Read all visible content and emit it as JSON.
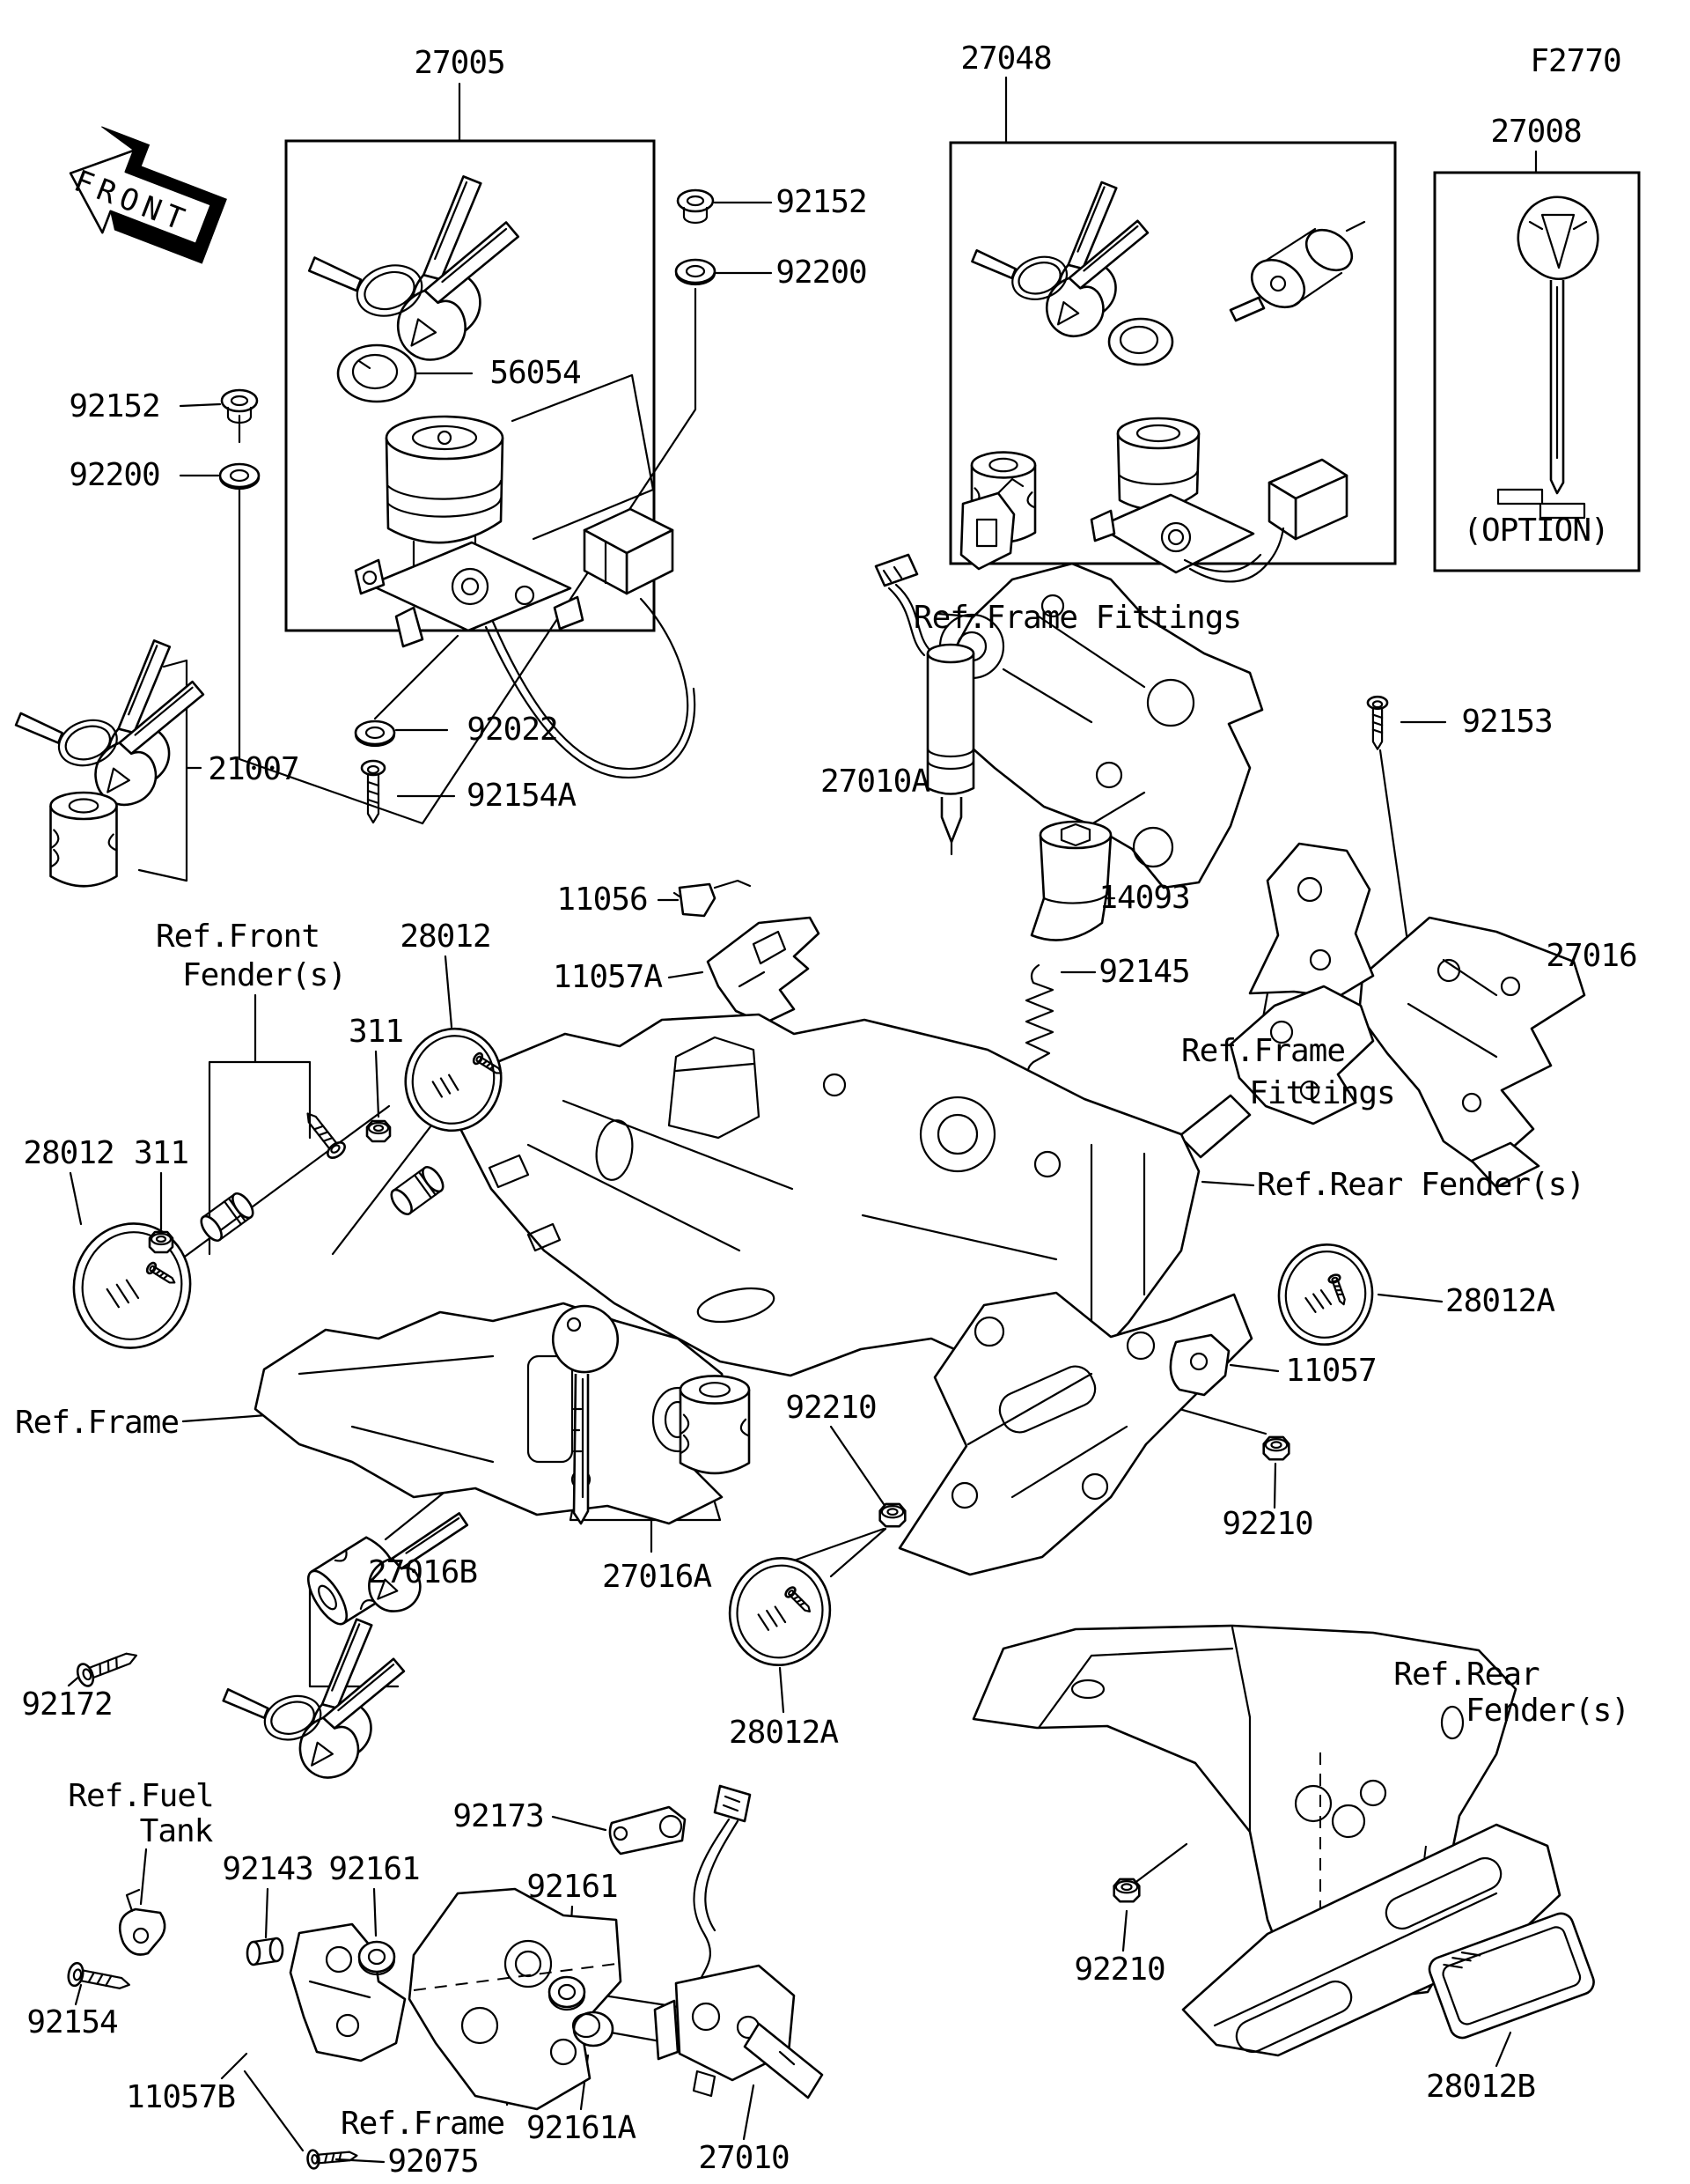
{
  "page_code": "F2770",
  "front_marker": "FRONT",
  "option": "(OPTION)",
  "labels": {
    "l27005": "27005",
    "l27048": "27048",
    "l27008": "27008",
    "l92152_r": "92152",
    "l92200_r": "92200",
    "l56054": "56054",
    "l92152_l": "92152",
    "l92200_l": "92200",
    "l21007": "21007",
    "l92022": "92022",
    "l92154A": "92154A",
    "ref_frame_fittings": "Ref.Frame Fittings",
    "l27010A": "27010A",
    "l92153": "92153",
    "l14093": "14093",
    "l92145": "92145",
    "l27016": "27016",
    "ref_frame2_l1": "Ref.Frame",
    "ref_frame2_l2": "Fittings",
    "l11056": "11056",
    "l11057A": "11057A",
    "ref_rear_top": "Ref.Rear Fender(s)",
    "l28012_t": "28012",
    "l311_t": "311",
    "ref_front_l1": "Ref.Front",
    "ref_front_l2": "Fender(s)",
    "l28012_l": "28012",
    "l311_l": "311",
    "ref_frame_left": "Ref.Frame",
    "l92210_1": "92210",
    "l11057": "11057",
    "l28012A_r": "28012A",
    "l92210_2": "92210",
    "l27016B": "27016B",
    "l27016A": "27016A",
    "l92172": "92172",
    "l28012A_b": "28012A",
    "ref_rear2_l1": "Ref.Rear",
    "ref_rear2_l2": "Fender(s)",
    "ref_fuel_l1": "Ref.Fuel",
    "ref_fuel_l2": "Tank",
    "l92143": "92143",
    "l92161_1": "92161",
    "l92173": "92173",
    "l92154": "92154",
    "l92161_2": "92161",
    "l11057B": "11057B",
    "ref_frame_bottom": "Ref.Frame",
    "l92075": "92075",
    "l92161A": "92161A",
    "l27010": "27010",
    "l92210_3": "92210",
    "l28012B": "28012B"
  }
}
